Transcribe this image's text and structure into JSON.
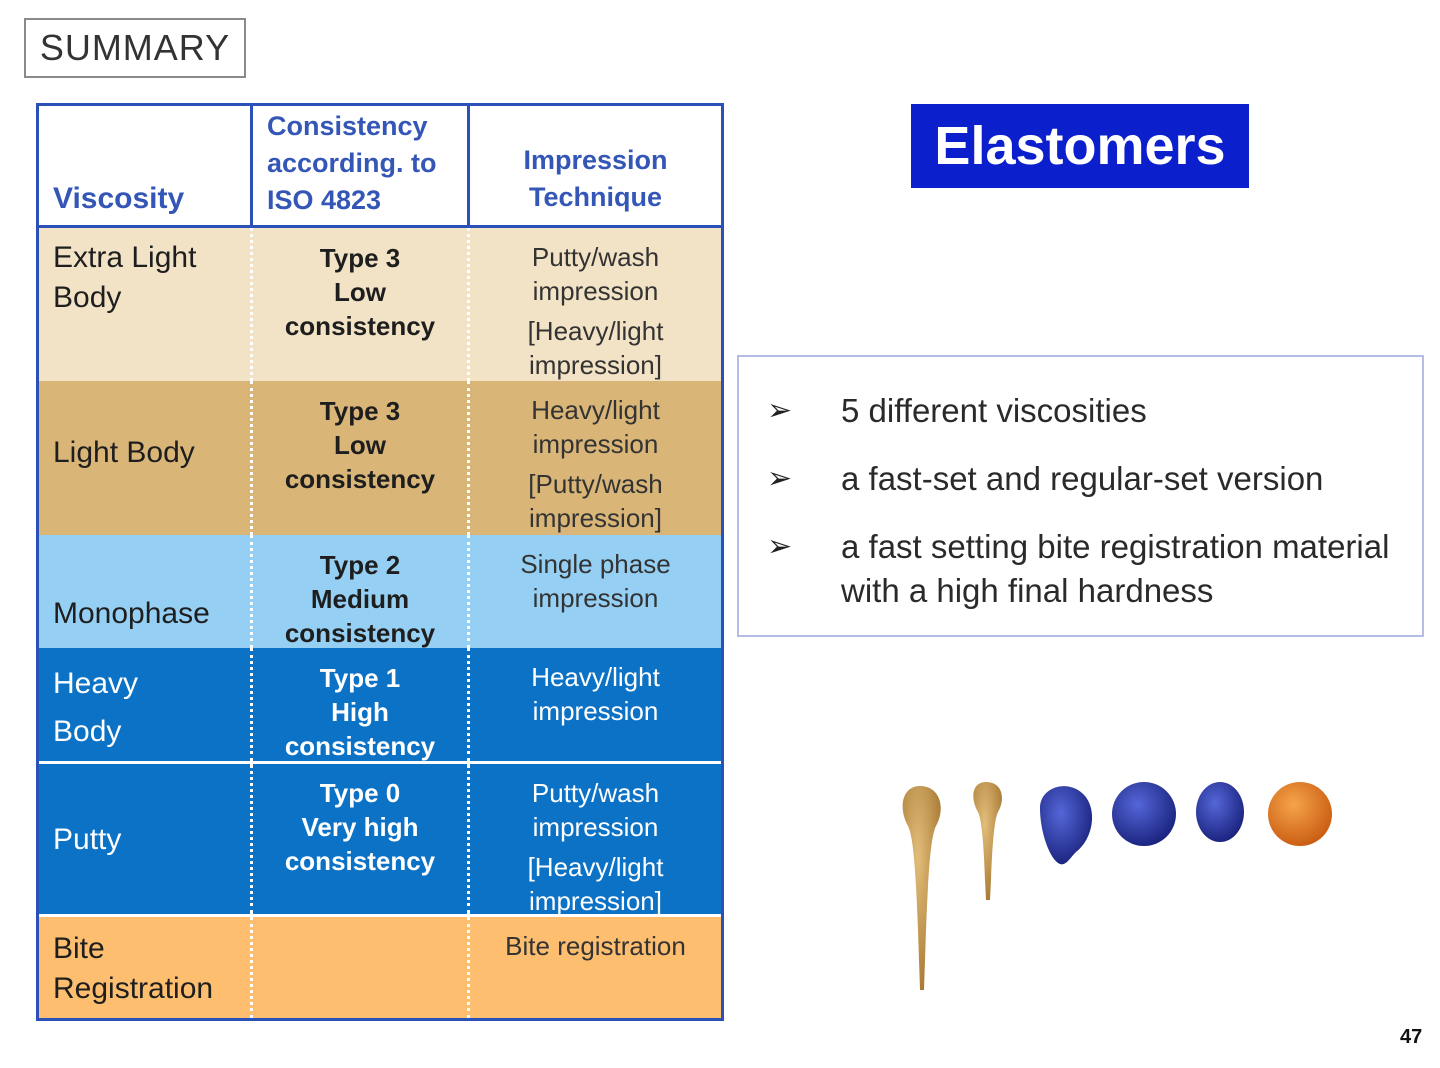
{
  "summary_label": "SUMMARY",
  "title": "Elastomers",
  "table": {
    "headers": {
      "viscosity": "Viscosity",
      "consistency": [
        "Consistency",
        "according. to",
        "ISO 4823"
      ],
      "technique": [
        "Impression",
        "Technique"
      ]
    },
    "rows": [
      {
        "viscosity": [
          "Extra Light",
          "Body"
        ],
        "consistency": [
          "Type 3",
          "Low",
          "consistency"
        ],
        "technique": [
          "Putty/wash",
          "impression",
          "[Heavy/light",
          "impression]"
        ],
        "bg": "#f3e3c6"
      },
      {
        "viscosity": [
          "Light Body"
        ],
        "consistency": [
          "Type 3",
          "Low",
          "consistency"
        ],
        "technique": [
          "Heavy/light",
          "impression",
          "[Putty/wash",
          "impression]"
        ],
        "bg": "#d9b678"
      },
      {
        "viscosity": [
          "Monophase"
        ],
        "consistency": [
          "Type 2",
          "Medium",
          "consistency"
        ],
        "technique": [
          "Single phase",
          "impression"
        ],
        "bg": "#95d0f4"
      },
      {
        "viscosity": [
          "Heavy",
          "Body"
        ],
        "consistency": [
          "Type 1",
          "High",
          "consistency"
        ],
        "technique": [
          "Heavy/light",
          "impression"
        ],
        "bg": "#0b72c6"
      },
      {
        "viscosity": [
          "Putty"
        ],
        "consistency": [
          "Type 0",
          "Very high",
          "consistency"
        ],
        "technique": [
          "Putty/wash",
          "impression",
          "[Heavy/light",
          "impression]"
        ],
        "bg": "#0b72c6"
      },
      {
        "viscosity": [
          "Bite",
          "Registration"
        ],
        "consistency": [],
        "technique": [
          "Bite registration"
        ],
        "bg": "#fdbf6f"
      }
    ]
  },
  "bullets": [
    "5 different viscosities",
    "a fast-set and regular-set version",
    "a fast setting bite registration material with a high final hardness"
  ],
  "bullet_icon": "arrowhead-icon",
  "page_number": "47",
  "colors": {
    "table_border": "#2b50b8",
    "header_text": "#3456b6",
    "title_bg": "#0b1fcc",
    "sample_gold": "#c99a4b",
    "sample_blue": "#2234a8",
    "sample_orange": "#e87a1e"
  }
}
